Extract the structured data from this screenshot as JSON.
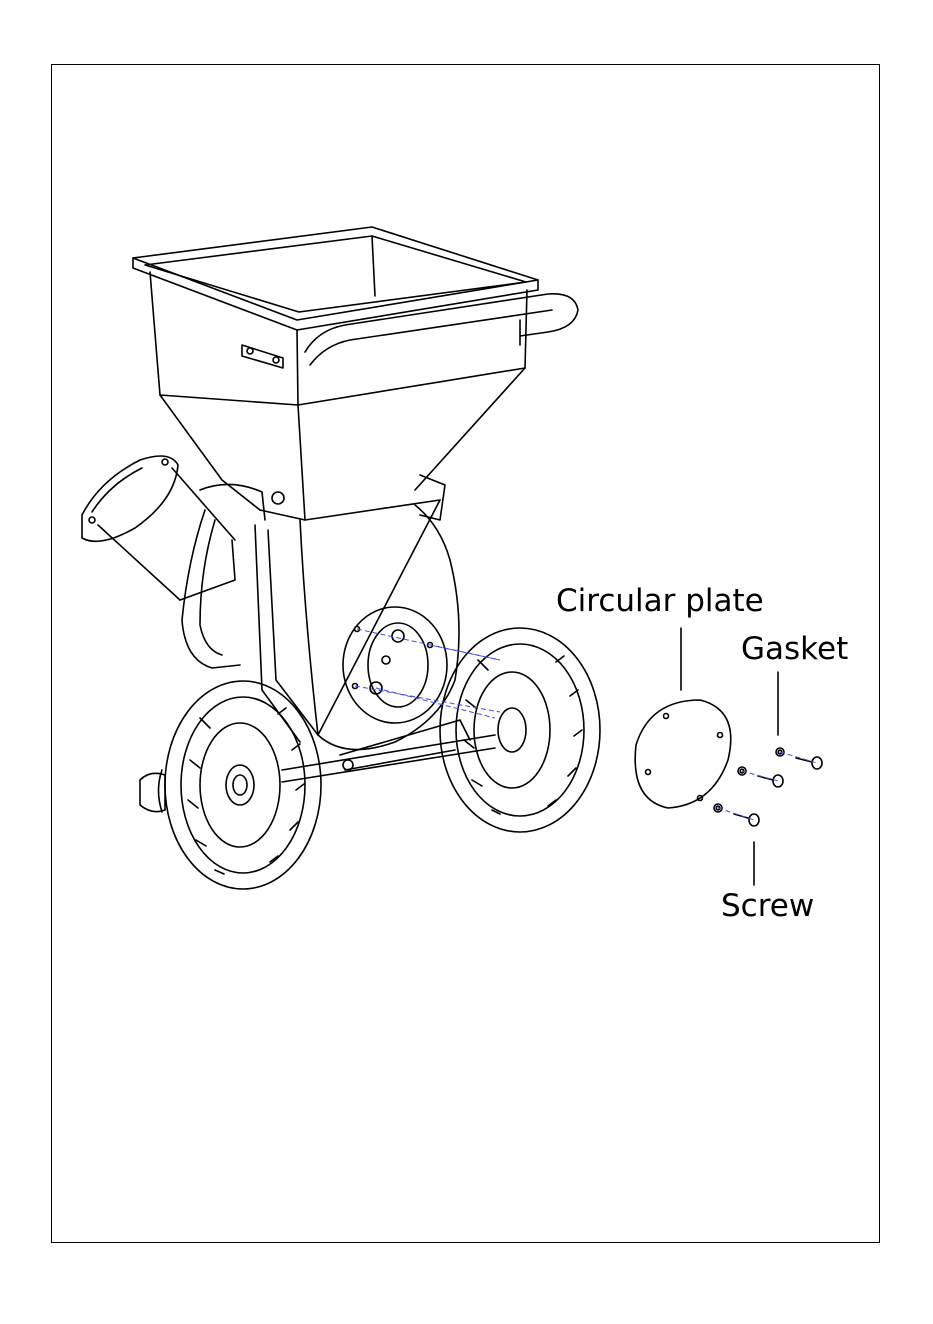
{
  "labels": {
    "circular_plate": "Circular plate",
    "gasket": "Gasket",
    "screw": "Screw"
  },
  "colors": {
    "line": "#000000",
    "guide": "#3b4fd8"
  }
}
